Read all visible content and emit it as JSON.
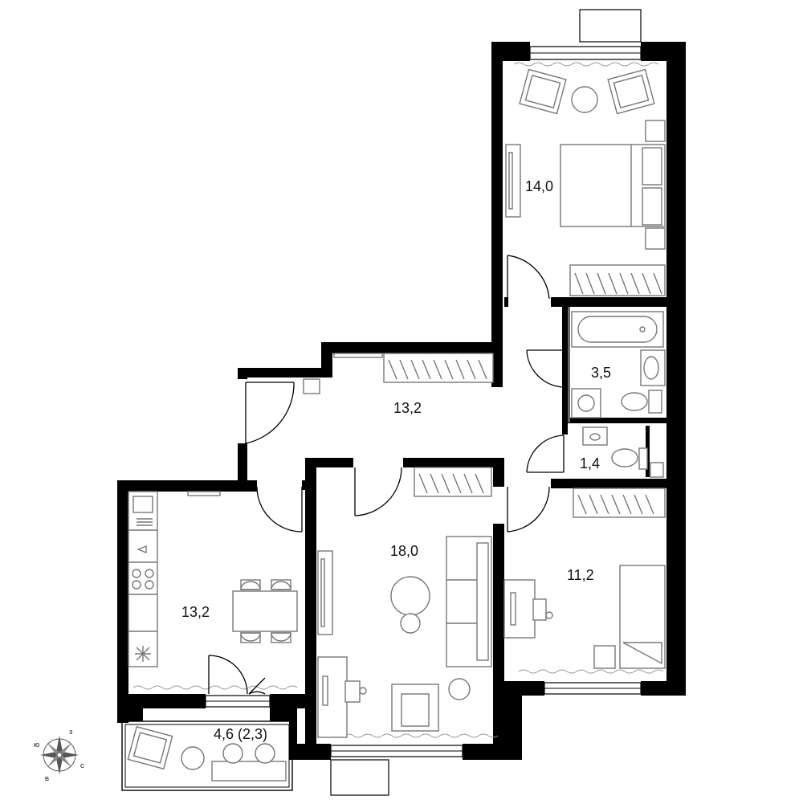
{
  "rooms": {
    "bedroom_master": {
      "area": "14,0"
    },
    "bathroom": {
      "area": "3,5"
    },
    "hallway": {
      "area": "13,2"
    },
    "toilet": {
      "area": "1,4"
    },
    "living_room": {
      "area": "18,0"
    },
    "bedroom_small": {
      "area": "11,2"
    },
    "kitchen": {
      "area": "13,2"
    },
    "balcony": {
      "area": "4,6 (2,3)"
    }
  },
  "compass": {
    "letters": {
      "north": "З",
      "west": "Ю",
      "east": "С",
      "south": "В"
    }
  },
  "colors": {
    "wall": "#000000",
    "furniture": "#777777",
    "background": "#ffffff"
  }
}
